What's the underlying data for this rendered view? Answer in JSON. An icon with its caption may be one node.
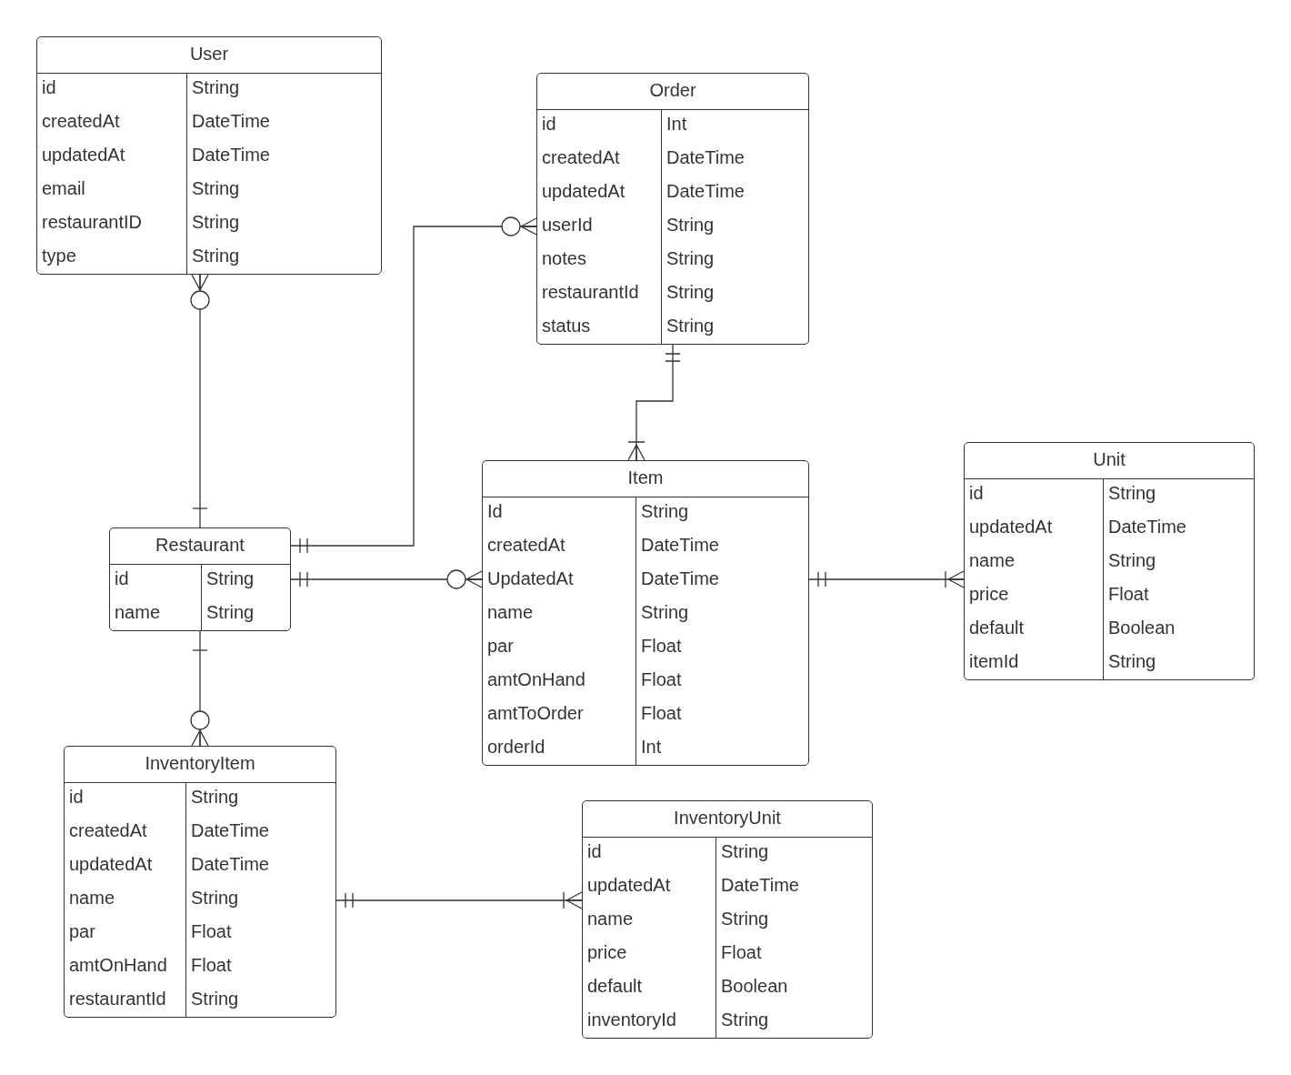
{
  "diagram": {
    "nodes": [
      {
        "text": [
          "User",
          "id",
          "String",
          "createdAt",
          "DateTime",
          "updatedAt",
          "DateTime",
          "email",
          "String",
          "restaurantID",
          "String",
          "type",
          "String"
        ]
      },
      {
        "text": [
          "Order",
          "id",
          "Int",
          "createdAt",
          "DateTime",
          "updatedAt",
          "DateTime",
          "userId",
          "String",
          "notes",
          "String",
          "restaurantId",
          "String",
          "status",
          "String"
        ]
      },
      {
        "text": [
          "Restaurant",
          "id",
          "String",
          "name",
          "String"
        ]
      },
      {
        "text": [
          "Item",
          "Id",
          "String",
          "createdAt",
          "DateTime",
          "UpdatedAt",
          "DateTime",
          "name",
          "String",
          "par",
          "Float",
          "amtOnHand",
          "Float",
          "amtToOrder",
          "Float",
          "orderId",
          "Int"
        ]
      },
      {
        "text": [
          "Unit",
          "id",
          "String",
          "updatedAt",
          "DateTime",
          "name",
          "String",
          "price",
          "Float",
          "default",
          "Boolean",
          "itemId",
          "String"
        ]
      },
      {
        "text": [
          "InventoryItem",
          "id",
          "String",
          "createdAt",
          "DateTime",
          "updatedAt",
          "DateTime",
          "name",
          "String",
          "par",
          "Float",
          "amtOnHand",
          "Float",
          "restaurantId",
          "String"
        ]
      },
      {
        "text": [
          "InventoryUnit",
          "id",
          "String",
          "updatedAt",
          "DateTime",
          "name",
          "String",
          "price",
          "Float",
          "default",
          "Boolean",
          "inventoryId",
          "String"
        ]
      }
    ],
    "edges": [
      {
        "from": 2,
        "to": 0,
        "arrow": "other"
      },
      {
        "from": 2,
        "to": 1,
        "arrow": "other"
      },
      {
        "from": 2,
        "to": 3,
        "arrow": "other"
      },
      {
        "from": 1,
        "to": 3,
        "arrow": "other"
      },
      {
        "from": 3,
        "to": 4,
        "arrow": "other"
      },
      {
        "from": 2,
        "to": 5,
        "arrow": "other"
      },
      {
        "from": 5,
        "to": 6,
        "arrow": "other"
      }
    ]
  }
}
